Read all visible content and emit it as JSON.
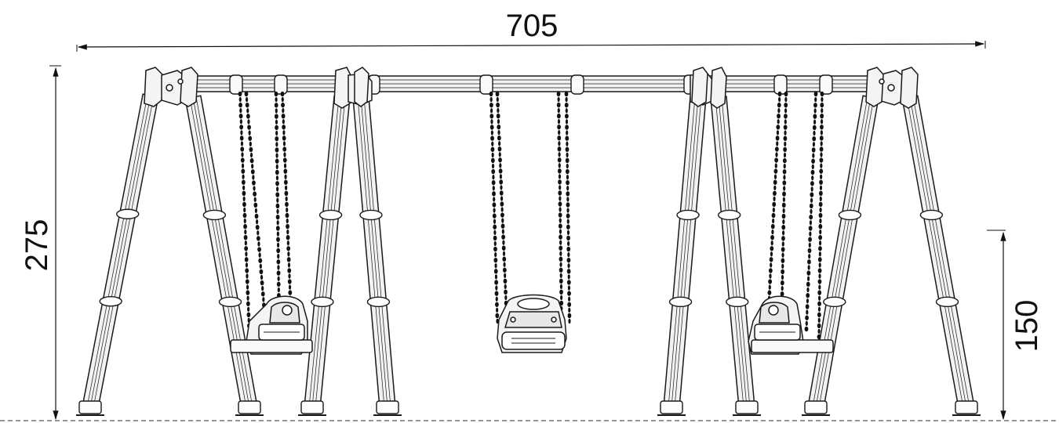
{
  "dimensions": {
    "overall_width": "705",
    "overall_height": "275",
    "seat_height": "150"
  },
  "colors": {
    "line": "#1a1a1a",
    "frame_fill": "#f2f2f2",
    "chain": "#111111",
    "ground_dash": "#555555"
  }
}
